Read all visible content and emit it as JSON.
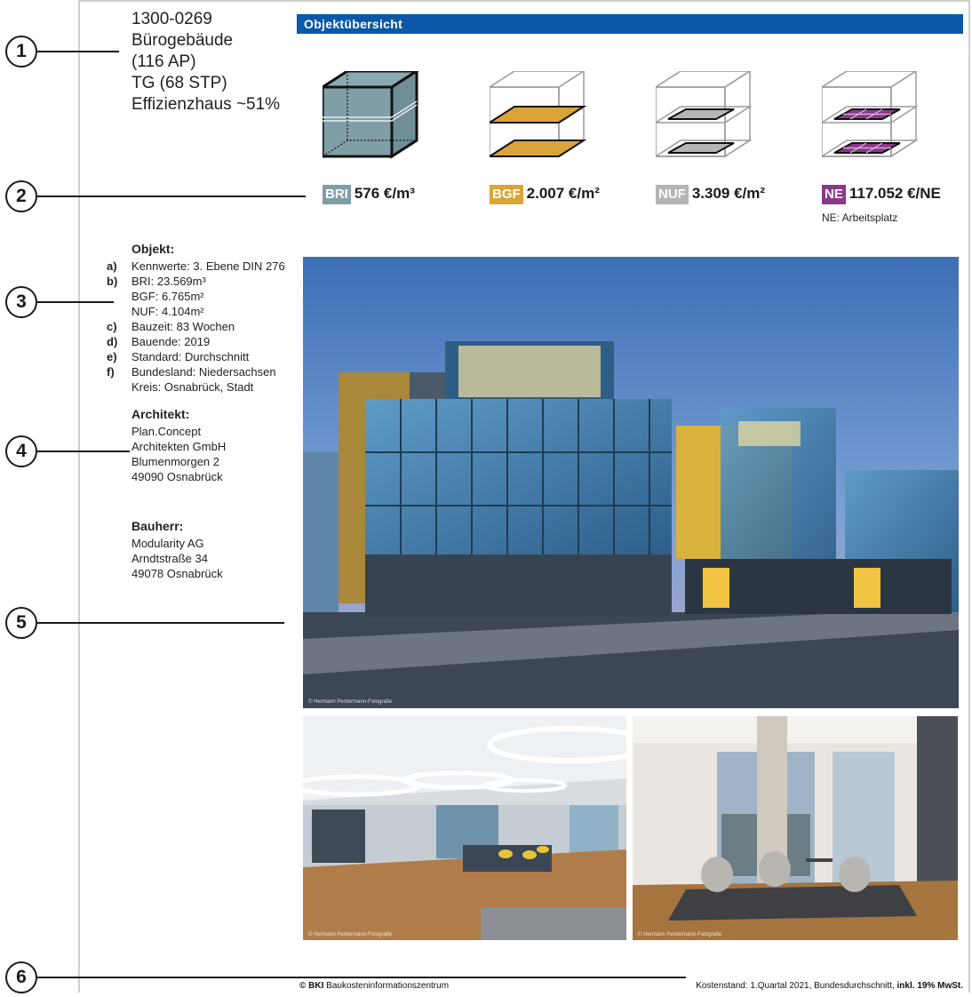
{
  "callouts": [
    "1",
    "2",
    "3",
    "4",
    "5",
    "6"
  ],
  "project": {
    "number": "1300-0269",
    "type": "Bürogebäude",
    "workplaces": "(116 AP)",
    "garage": "TG (68 STP)",
    "efficiency": "Effizienzhaus ~51%"
  },
  "section_title": "Objektübersicht",
  "colors": {
    "bri": "#7f9ea6",
    "bgf": "#d9a53a",
    "nuf": "#b5b5b5",
    "ne": "#8a3a8a",
    "header_blue": "#0b58a8"
  },
  "kpis": [
    {
      "tag": "BRI",
      "value": "576 €/m³",
      "icon": "cube-volume-icon"
    },
    {
      "tag": "BGF",
      "value": "2.007 €/m²",
      "icon": "floor-area-icon"
    },
    {
      "tag": "NUF",
      "value": "3.309 €/m²",
      "icon": "usable-area-icon"
    },
    {
      "tag": "NE",
      "value": "117.052 €/NE",
      "icon": "usage-unit-icon",
      "note": "NE: Arbeitsplatz"
    }
  ],
  "objekt": {
    "heading": "Objekt:",
    "rows": [
      {
        "letter": "a)",
        "text": "Kennwerte: 3. Ebene DIN 276"
      },
      {
        "letter": "b)",
        "text": "BRI: 23.569m³"
      },
      {
        "letter": "",
        "text": "BGF: 6.765m²"
      },
      {
        "letter": "",
        "text": "NUF: 4.104m²"
      },
      {
        "letter": "c)",
        "text": "Bauzeit: 83 Wochen"
      },
      {
        "letter": "d)",
        "text": "Bauende: 2019"
      },
      {
        "letter": "e)",
        "text": "Standard: Durchschnitt"
      },
      {
        "letter": "f)",
        "text": "Bundesland: Niedersachsen"
      },
      {
        "letter": "",
        "text": "Kreis: Osnabrück, Stadt"
      }
    ]
  },
  "architekt": {
    "heading": "Architekt:",
    "lines": [
      "Plan.Concept",
      "Architekten GmbH",
      "Blumenmorgen 2",
      "49090 Osnabrück"
    ]
  },
  "bauherr": {
    "heading": "Bauherr:",
    "lines": [
      "Modularity AG",
      "Arndtstraße 34",
      "49078 Osnabrück"
    ]
  },
  "photo_credit": "© Hermann Pentermann-Fotografie",
  "footer": {
    "copyright_symbol": "©",
    "brand": "BKI",
    "org": "Baukosteninformationszentrum",
    "cost_basis": "Kostenstand: 1.Quartal 2021, Bundesdurchschnitt,",
    "vat": "inkl. 19% MwSt."
  }
}
